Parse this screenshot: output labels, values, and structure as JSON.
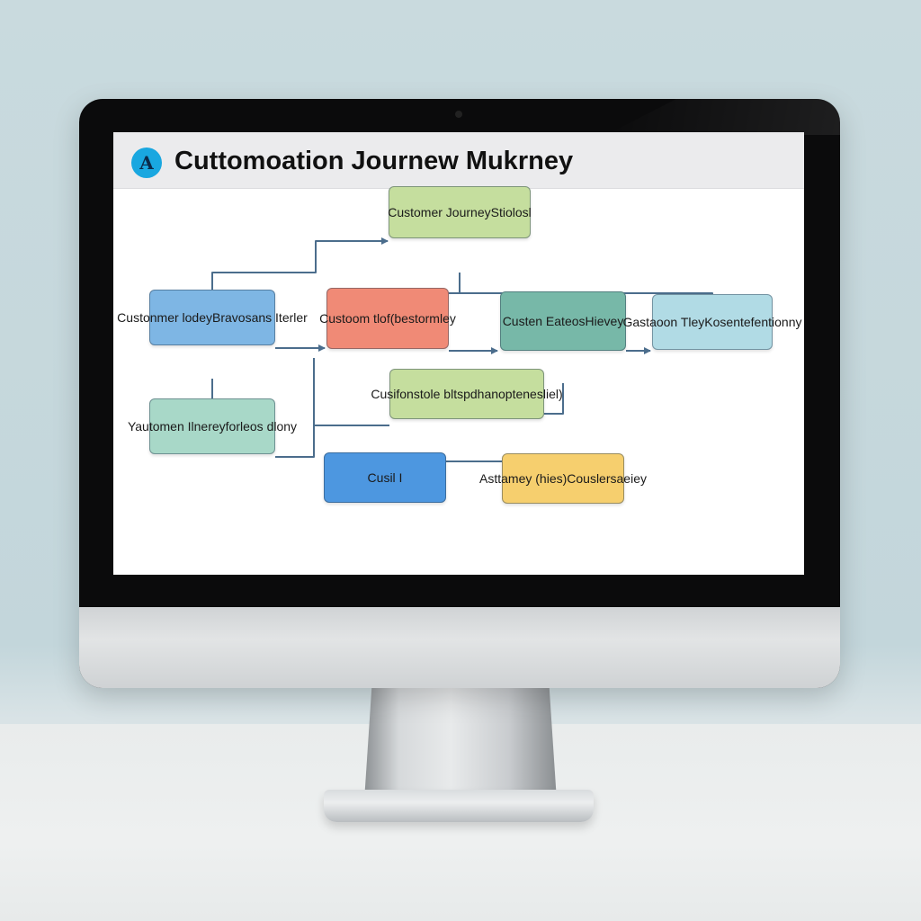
{
  "window": {
    "app_logo": "A",
    "title": "Cuttomoation Journew Mukrney"
  },
  "diagram": {
    "nodes": {
      "top": {
        "line1": "Customer Journey",
        "line2": "Stiolosl",
        "color": "#c5de9e"
      },
      "left_top": {
        "line1": "Custonmer lodey",
        "line2": "Bravosans Iterler",
        "color": "#7eb6e4"
      },
      "left_bottom": {
        "line1": "Yautomen Ilnerey",
        "line2": "forleos dlony",
        "color": "#a8d8c8"
      },
      "center_red": {
        "line1": "Custoom tlof",
        "line2": "(bestormley",
        "color": "#f08a76"
      },
      "center_teal": {
        "line1": "Custen Eateos",
        "line2": "Hievey",
        "color": "#77b8a8"
      },
      "right_light": {
        "line1": "Gastaoon Tley",
        "line2": "Kosentefentionny",
        "color": "#b1dbe5"
      },
      "middle_green": {
        "line1": "Cusifonstole bltspdh",
        "line2": "anoptenesliel)",
        "color": "#c5de9e"
      },
      "bottom_blue": {
        "line1": "Cusil I",
        "line2": "",
        "color": "#4d97e0"
      },
      "bottom_yellow": {
        "line1": "Asttamey (hies)",
        "line2": "Couslersaeiey",
        "color": "#f6cf6e"
      }
    },
    "connector_color": "#4b6d8c"
  }
}
